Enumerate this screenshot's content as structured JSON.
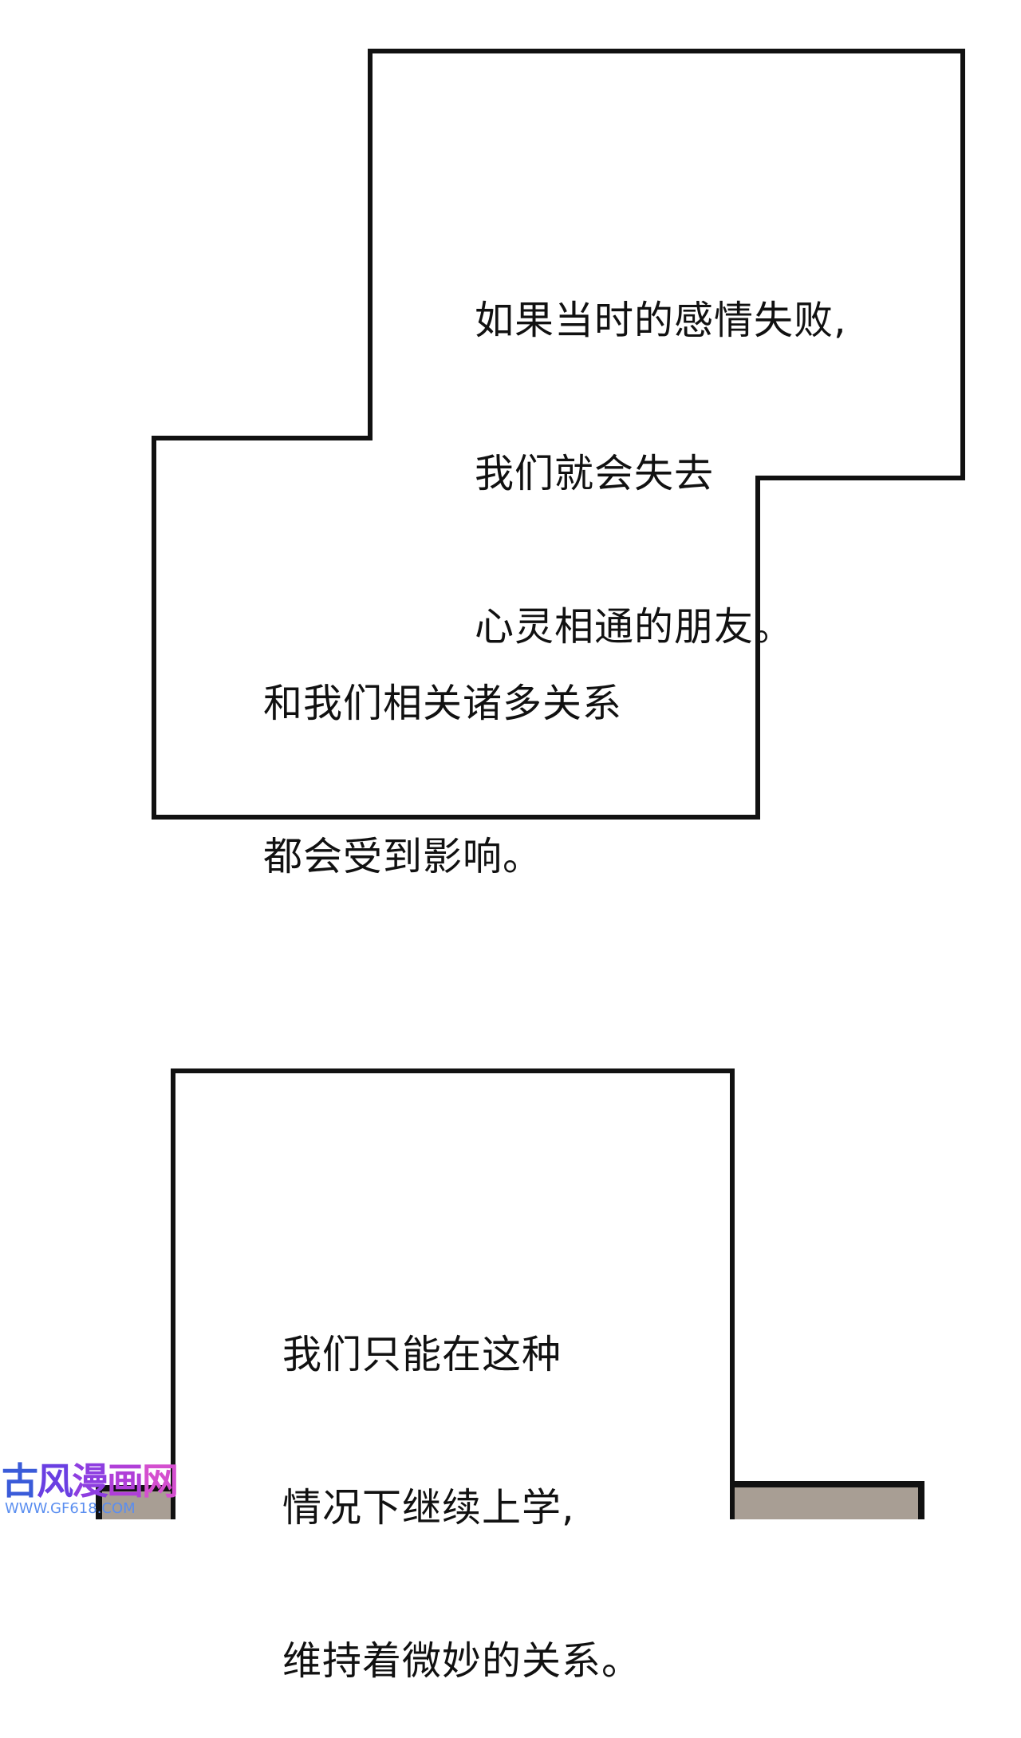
{
  "captions": [
    {
      "lines": [
        "如果当时的感情失败,",
        "我们就会失去",
        "心灵相通的朋友。"
      ]
    },
    {
      "lines": [
        "和我们相关诸多关系",
        "都会受到影响。"
      ]
    },
    {
      "lines": [
        "我们只能在这种",
        "情况下继续上学,",
        "维持着微妙的关系。"
      ]
    }
  ],
  "watermark": {
    "title_chars": [
      "古",
      "风",
      "漫",
      "画",
      "网"
    ],
    "url": "WWW.GF618.COM"
  },
  "colors": {
    "panel_border": "#111111",
    "panel_fill": "#ffffff",
    "scene_fill": "#a89e94",
    "text": "#111111"
  }
}
